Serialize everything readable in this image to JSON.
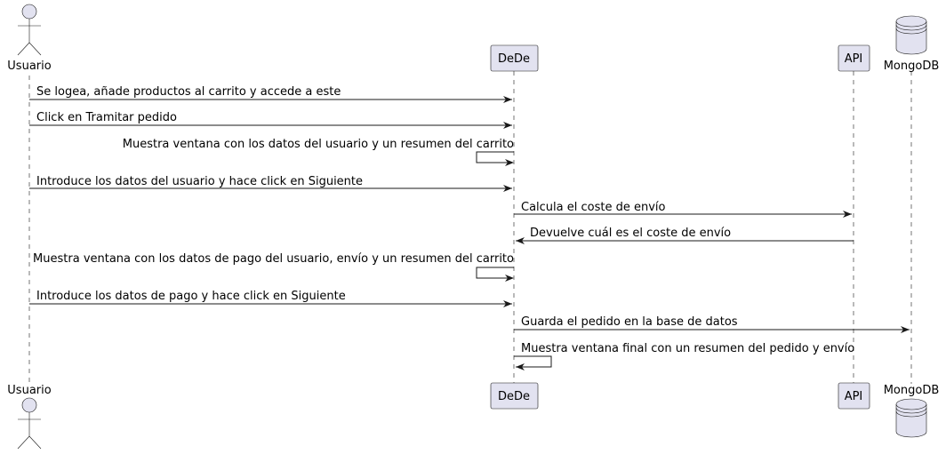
{
  "participants": {
    "usuario": "Usuario",
    "dede": "DeDe",
    "api": "API",
    "mongodb": "MongoDB"
  },
  "messages": [
    "Se logea, añade productos al carrito y accede a este",
    "Click en Tramitar pedido",
    "Muestra ventana con los datos del usuario y un resumen del carrito",
    "Introduce los datos del usuario y hace click en Siguiente",
    "Calcula el coste de envío",
    "Devuelve cuál es el coste de envío",
    "Muestra ventana con los datos de pago del usuario, envío y un resumen del carrito",
    "Introduce los datos de pago y hace click en Siguiente",
    "Guarda el pedido en la base de datos",
    "Muestra ventana final con un resumen del pedido y envío"
  ]
}
